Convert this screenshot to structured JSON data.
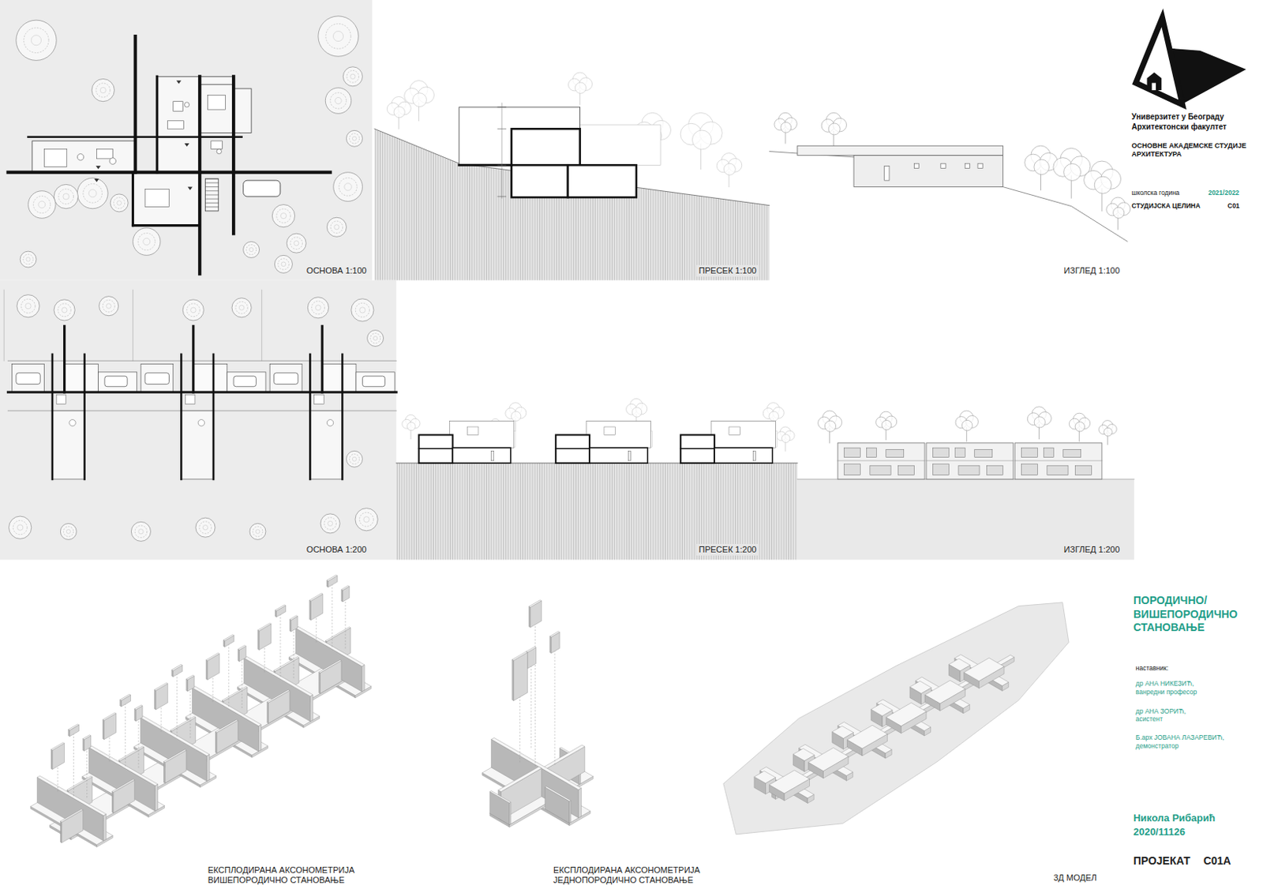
{
  "diagram": {
    "title": "ПОРОДИЧНО/ ВИШЕПОРОДИЧНО СТАНОВАЊЕ",
    "nodes": [
      {
        "text": [
          "ОСНОВА 1:100"
        ]
      },
      {
        "text": [
          "ПРЕСЕК 1:100"
        ]
      },
      {
        "text": [
          "ИЗГЛЕД 1:100"
        ]
      },
      {
        "text": [
          "ОСНОВА 1:200"
        ]
      },
      {
        "text": [
          "ПРЕСЕК 1:200"
        ]
      },
      {
        "text": [
          "ИЗГЛЕД 1:200"
        ]
      }
    ],
    "labels": [
      "Универзитет у Београду Архитектонски факултет",
      "ОСНОВНЕ АКАДЕМСКЕ СТУДИЈЕ АРХИТЕКТУРА",
      "школска година",
      "2021/2022",
      "СТУДИЈСКА ЦЕЛИНА",
      "C01",
      "наставник:",
      "др АНА НИКЕЗИЋ, ванредни професор",
      "др АНА ЗОРИЋ, асистент",
      "Б.арх ЈОВАНА ЛАЗАРЕВИЋ, демонстратор",
      "Никола Рибарић",
      "2020/11126",
      "ПРОЈЕКАТ",
      "C01A",
      "ЕКСПЛОДИРАНА АКСОНОМЕТРИЈА ВИШЕПОРОДИЧНО СТАНОВАЊЕ",
      "ЕКСПЛОДИРАНА АКСОНОМЕТРИЈА ЈЕДНОПОРОДИЧНО СТАНОВАЊЕ",
      "3Д МОДЕЛ"
    ]
  }
}
